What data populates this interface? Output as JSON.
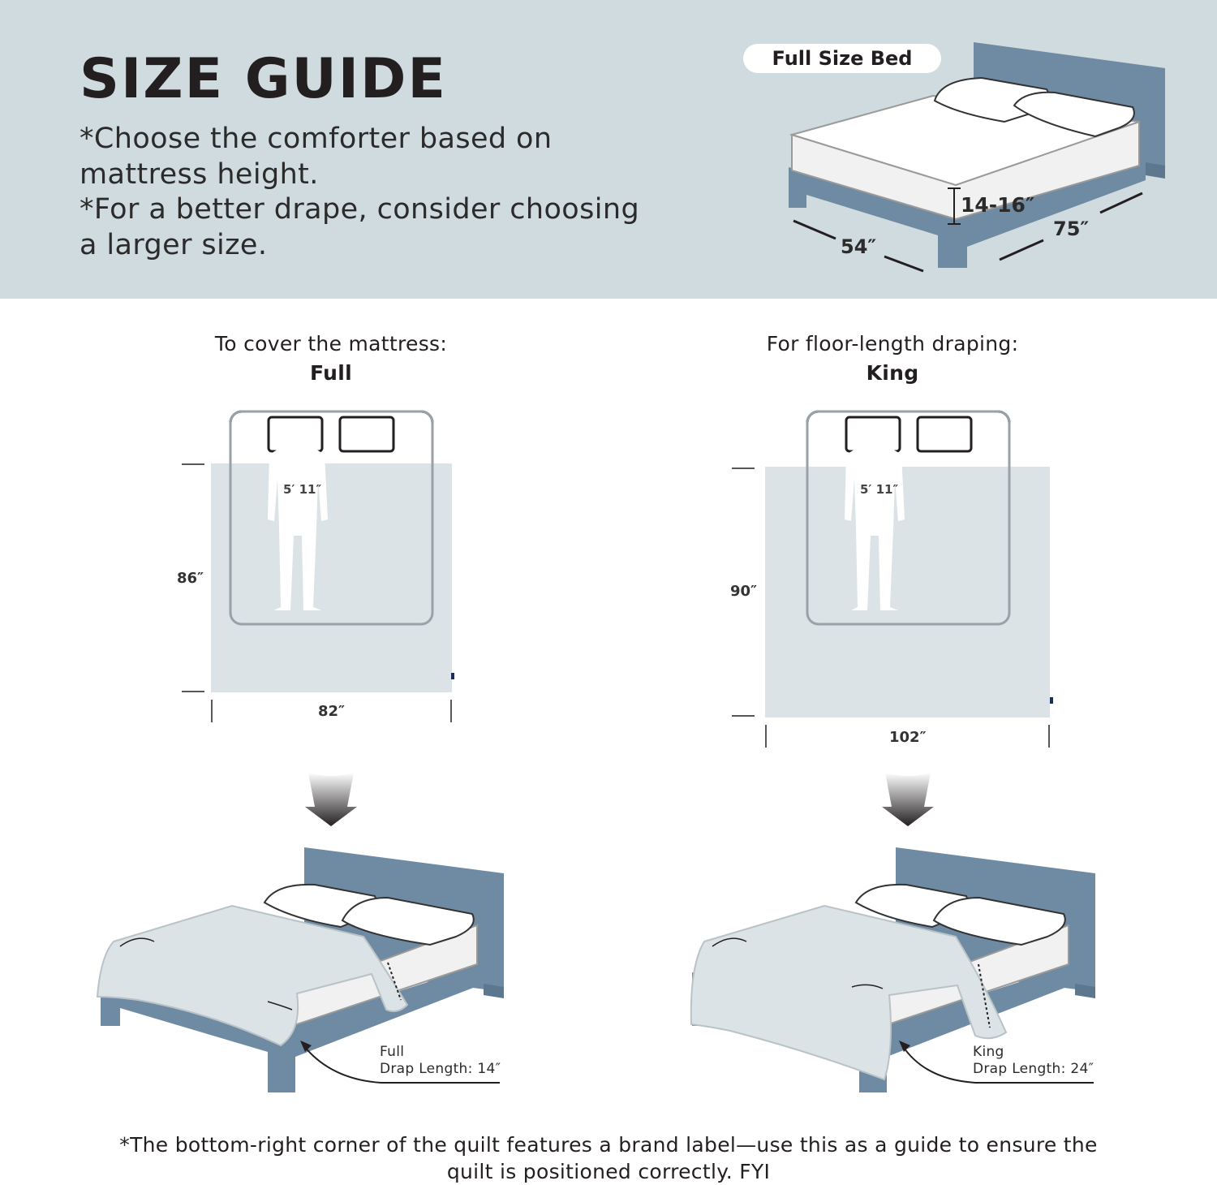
{
  "header": {
    "title": "SIZE GUIDE",
    "notes": [
      "*Choose the comforter based on",
      "mattress height.",
      "*For a better drape, consider choosing",
      "a larger size."
    ],
    "bed_label": "Full Size Bed",
    "height": "14-16″",
    "length": "75″",
    "width": "54″"
  },
  "left": {
    "heading": "To cover the mattress:",
    "size": "Full",
    "person_height": "5′ 11″",
    "length": "86″",
    "width": "82″",
    "drap_size": "Full",
    "drap_length": "Drap Length: 14″"
  },
  "right": {
    "heading": "For floor-length draping:",
    "size": "King",
    "person_height": "5′ 11″",
    "length": "90″",
    "width": "102″",
    "drap_size": "King",
    "drap_length": "Drap Length: 24″"
  },
  "footer": {
    "line1": "*The bottom-right corner of the quilt features a brand label—use this as a guide to ensure the",
    "line2": "quilt is positioned correctly.  FYI"
  },
  "colors": {
    "banner": "#d0dbe0",
    "bed_frame": "#6f8aa3",
    "quilt": "#dce3e7",
    "text": "#231f20"
  }
}
